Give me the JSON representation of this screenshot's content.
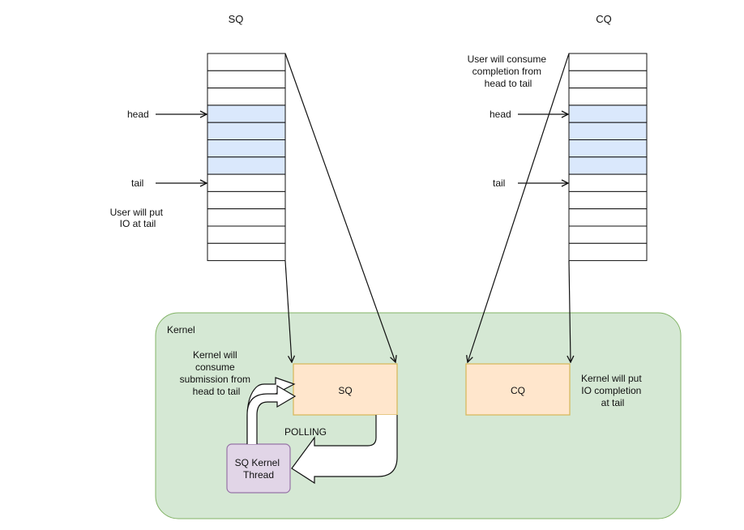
{
  "sq_title": "SQ",
  "cq_title": "CQ",
  "sq_head_label": "head",
  "sq_tail_label": "tail",
  "cq_head_label": "head",
  "cq_tail_label": "tail",
  "user_put_io": [
    "User will put",
    "IO at tail"
  ],
  "user_consume": [
    "User will consume",
    "completion from",
    "head to tail"
  ],
  "kernel_label": "Kernel",
  "kernel_consume": [
    "Kernel will",
    "consume",
    "submission from",
    "head to tail"
  ],
  "kernel_sq_label": "SQ",
  "kernel_cq_label": "CQ",
  "polling_label": "POLLING",
  "kernel_put": [
    "Kernel will put",
    "IO completion",
    "at tail"
  ],
  "sq_thread_label": [
    "SQ Kernel",
    "Thread"
  ],
  "ring": {
    "slots": 12,
    "filled_from": 3,
    "filled_to": 6
  },
  "colors": {
    "kernel_bg": "#d5e8d4",
    "kernel_border": "#82b366",
    "queue_fill": "#ffe6cc",
    "queue_border": "#d6b656",
    "thread_fill": "#e1d5e7",
    "thread_border": "#9673a6",
    "slot_filled": "#dae8fc",
    "slot_border": "#111111"
  }
}
